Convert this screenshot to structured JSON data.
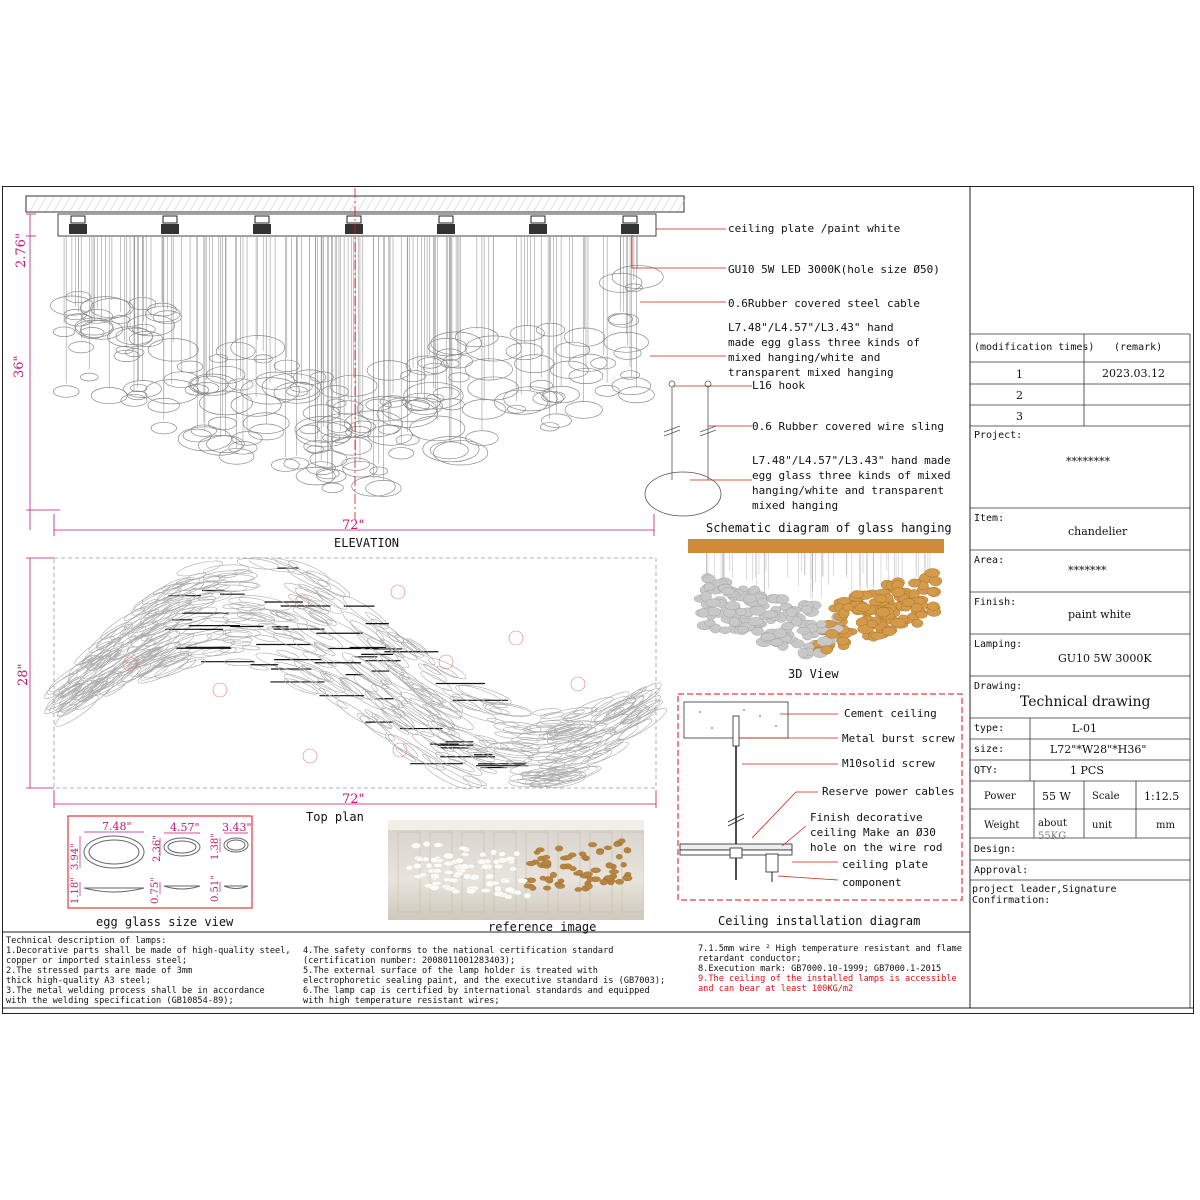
{
  "elevation": {
    "labels": {
      "ceiling_plate": "ceiling plate /paint white",
      "led": "GU10 5W LED 3000K(hole size Ø50)",
      "cable": "0.6Rubber covered steel cable",
      "glass_line1": "L7.48\"/L4.57\"/L3.43\"  hand",
      "glass_line2": "made egg glass three kinds of",
      "glass_line3": "mixed hanging/white and",
      "glass_line4": "transparent mixed hanging"
    },
    "dim_height_top": "2.76\"",
    "dim_height": "36\"",
    "dim_width": "72\"",
    "title": "ELEVATION"
  },
  "schematic": {
    "hook": "L16 hook",
    "sling": "0.6 Rubber covered wire sling",
    "glass_line1": "L7.48\"/L4.57\"/L3.43\" hand made",
    "glass_line2": "egg glass three kinds of mixed",
    "glass_line3": "hanging/white and transparent",
    "glass_line4": "mixed hanging",
    "title": "Schematic diagram of glass hanging"
  },
  "view3d": {
    "title": "3D View"
  },
  "topplan": {
    "dim_depth": "28\"",
    "dim_width": "72\"",
    "title": "Top plan"
  },
  "eggsize": {
    "w1": "7.48\"",
    "w2": "4.57\"",
    "w3": "3.43\"",
    "h1": "3.94\"",
    "h2": "2.36\"",
    "h3": "1.38\"",
    "t1": "1.18\"",
    "t2": "0.75\"",
    "t3": "0.51\"",
    "title": "egg glass size view"
  },
  "reference": {
    "title": "reference image"
  },
  "ceiling_install": {
    "cement": "Cement ceiling",
    "burst": "Metal burst screw",
    "m10": "M10solid screw",
    "reserve": "Reserve power cables",
    "finish1": "Finish decorative",
    "finish2": "ceiling Make an Ø30",
    "finish3": "hole on the wire rod",
    "plate": "ceiling plate",
    "component": "component",
    "title": "Ceiling installation diagram"
  },
  "titleblock": {
    "mod_header": "(modification times)",
    "remark_header": "(remark)",
    "row1_num": "1",
    "row1_date": "2023.03.12",
    "row2_num": "2",
    "row3_num": "3",
    "project_label": "Project:",
    "project_value": "********",
    "item_label": "Item:",
    "item_value": "chandelier",
    "area_label": "Area:",
    "area_value": "*******",
    "finish_label": "Finish:",
    "finish_value": "paint white",
    "lamping_label": "Lamping:",
    "lamping_value": "GU10 5W 3000K",
    "drawing_label": "Drawing:",
    "drawing_value": "Technical drawing",
    "type_label": "type:",
    "type_value": "L-01",
    "size_label": "size:",
    "size_value": "L72\"*W28\"*H36\"",
    "qty_label": "QTY:",
    "qty_value": "1 PCS",
    "power_label": "Power",
    "power_value": "55 W",
    "scale_label": "Scale",
    "scale_value": "1:12.5",
    "weight_label": "Weight",
    "weight_value1": "about",
    "weight_value2": "55KG",
    "unit_label": "unit",
    "unit_value": "mm",
    "design_label": "Design:",
    "approval_label": "Approval:",
    "leader_line1": "project leader,Signature",
    "leader_line2": "Confirmation:"
  },
  "notes": {
    "heading": "Technical description of lamps:",
    "n1a": "1.Decorative parts shall be made of high-quality steel,",
    "n1b": " copper or imported stainless steel;",
    "n2a": "2.The stressed parts are made of 3mm",
    "n2b": "  thick high-quality A3 steel;",
    "n3a": "3.The metal welding process shall be in accordance",
    "n3b": "  with the welding specification (GB10854-89);",
    "n4a": "4.The safety conforms to the national certification standard",
    "n4b": "  (certification number:  2008011001283403);",
    "n5a": "5.The external surface of the lamp holder is treated with",
    "n5b": "  electrophoretic sealing paint, and the executive standard is (GB7003);",
    "n6a": "6.The lamp cap is certified by international standards and equipped",
    "n6b": "  with high temperature resistant wires;",
    "n7a": "7.1.5mm wire ² High temperature resistant and flame",
    "n7b": "  retardant conductor;",
    "n8": "8.Execution mark: GB7000.10-1999; GB7000.1-2015",
    "n9a": "9.The ceiling of the installed lamps is accessible",
    "n9b": "  and can bear at least 100KG/m2"
  },
  "colors": {
    "dimension": "#c2187a",
    "warning": "#dd1111",
    "copper": "#d08a3a",
    "install_border": "#d11111"
  }
}
